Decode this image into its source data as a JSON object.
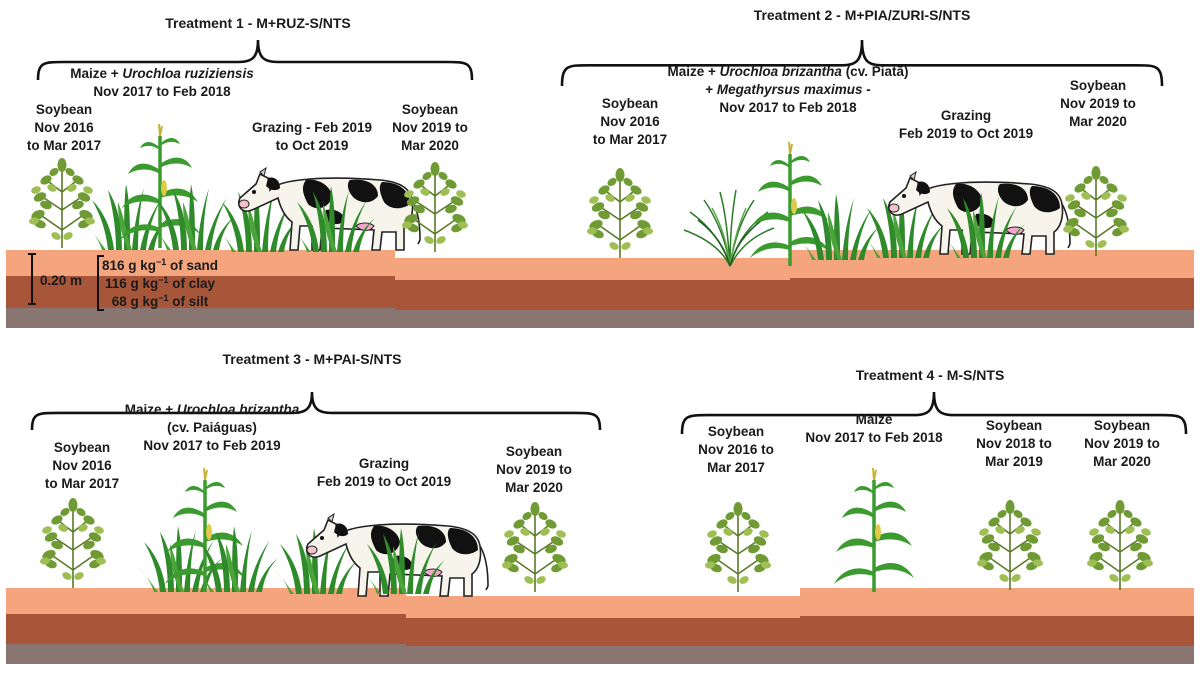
{
  "treatments": [
    {
      "title": "Treatment 1 - M+RUZ-S/NTS",
      "stages": [
        {
          "lines": [
            "Soybean",
            "Nov 2016",
            "to Mar 2017"
          ]
        },
        {
          "lines": [
            [
              {
                "t": "Maize + "
              },
              {
                "t": "Urochloa ruziziensis",
                "i": true
              }
            ],
            [
              {
                "t": "Nov 2017 to Feb 2018"
              }
            ]
          ]
        },
        {
          "lines": [
            "Grazing - Feb 2019",
            "to Oct 2019"
          ]
        },
        {
          "lines": [
            "Soybean",
            "Nov 2019 to",
            "Mar 2020"
          ]
        }
      ]
    },
    {
      "title": "Treatment 2 - M+PIA/ZURI-S/NTS",
      "stages": [
        {
          "lines": [
            "Soybean",
            "Nov 2016",
            "to Mar 2017"
          ]
        },
        {
          "lines": [
            [
              {
                "t": "Maize + "
              },
              {
                "t": "Urochloa brizantha",
                "i": true
              },
              {
                "t": " (cv. Piatã)"
              }
            ],
            [
              {
                "t": "+ "
              },
              {
                "t": "Megathyrsus maximus",
                "i": true
              },
              {
                "t": " -"
              }
            ],
            [
              {
                "t": "Nov 2017 to Feb 2018"
              }
            ]
          ]
        },
        {
          "lines": [
            "Grazing",
            "Feb 2019  to Oct 2019"
          ]
        },
        {
          "lines": [
            "Soybean",
            "Nov 2019 to",
            "Mar 2020"
          ]
        }
      ]
    },
    {
      "title": "Treatment 3 - M+PAI-S/NTS",
      "stages": [
        {
          "lines": [
            "Soybean",
            "Nov 2016",
            "to Mar 2017"
          ]
        },
        {
          "lines": [
            [
              {
                "t": "Maize + "
              },
              {
                "t": "Urochloa brizantha",
                "i": true
              }
            ],
            [
              {
                "t": "(cv. Paiáguas)"
              }
            ],
            [
              {
                "t": "Nov 2017 to Feb 2019"
              }
            ]
          ]
        },
        {
          "lines": [
            "Grazing",
            "Feb 2019 to Oct 2019"
          ]
        },
        {
          "lines": [
            "Soybean",
            "Nov 2019 to",
            "Mar 2020"
          ]
        }
      ]
    },
    {
      "title": "Treatment 4 - M-S/NTS",
      "stages": [
        {
          "lines": [
            "Soybean",
            "Nov 2016  to",
            "Mar 2017"
          ]
        },
        {
          "lines": [
            "Maize",
            "Nov 2017 to Feb 2018"
          ]
        },
        {
          "lines": [
            "Soybean",
            "Nov 2018 to",
            "Mar 2019"
          ]
        },
        {
          "lines": [
            "Soybean",
            "Nov 2019 to",
            "Mar 2020"
          ]
        }
      ]
    }
  ],
  "soil": {
    "depth_label": "0.20 m",
    "composition": [
      [
        {
          "t": "816 g kg"
        },
        {
          "t": "−1",
          "s": true
        },
        {
          "t": " of sand"
        }
      ],
      [
        {
          "t": "116 g kg"
        },
        {
          "t": "−1",
          "s": true
        },
        {
          "t": " of clay"
        }
      ],
      [
        {
          "t": "68 g kg"
        },
        {
          "t": "−1",
          "s": true
        },
        {
          "t": " of silt"
        }
      ]
    ]
  },
  "colors": {
    "topsoil": "#f4a57e",
    "midsoil": "#a8563a",
    "bedrock": "#8a7670",
    "soybean": "#6f9a34",
    "soybean_light": "#9fbf55",
    "maize": "#3b9b2f",
    "grass": "#2e8a2a",
    "cow_patch": "#111111"
  }
}
